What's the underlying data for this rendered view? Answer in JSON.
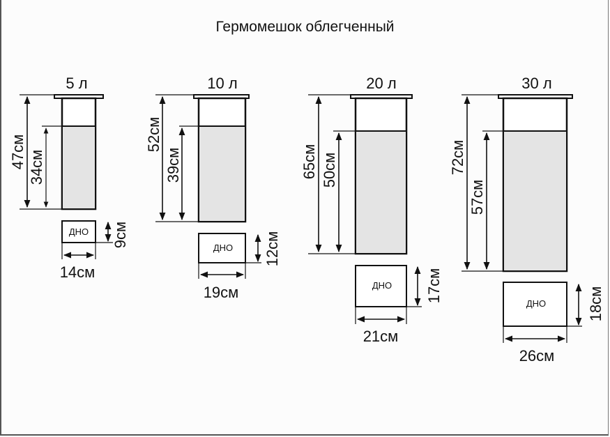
{
  "title": "Гермомешок облегченный",
  "bottom_label": "ДНО",
  "colors": {
    "fill": "#e4e4e4",
    "stroke": "#111111",
    "background": "#fcfcfc"
  },
  "bags": [
    {
      "volume": "5 л",
      "height_total": "47см",
      "height_fill": "34см",
      "bottom_width": "14см",
      "bottom_depth": "9см"
    },
    {
      "volume": "10 л",
      "height_total": "52см",
      "height_fill": "39см",
      "bottom_width": "19см",
      "bottom_depth": "12см"
    },
    {
      "volume": "20 л",
      "height_total": "65см",
      "height_fill": "50см",
      "bottom_width": "21см",
      "bottom_depth": "17см"
    },
    {
      "volume": "30 л",
      "height_total": "72см",
      "height_fill": "57см",
      "bottom_width": "26см",
      "bottom_depth": "18см"
    }
  ]
}
